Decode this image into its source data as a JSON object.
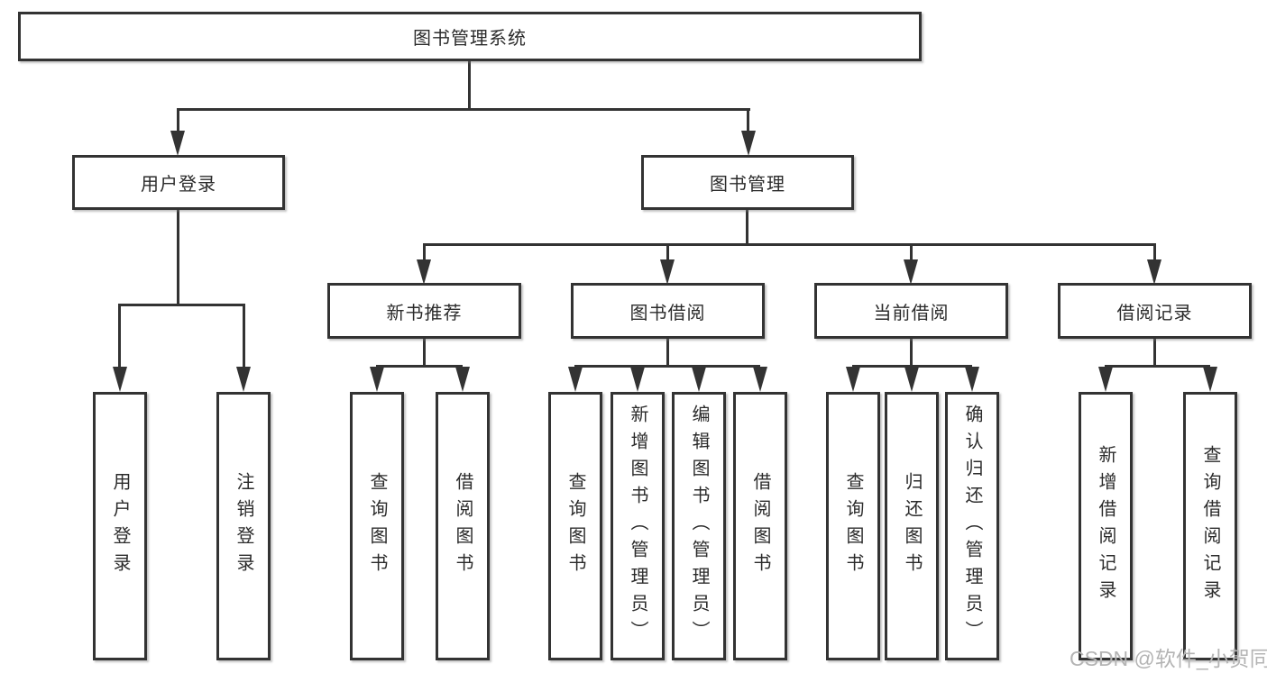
{
  "diagram": {
    "root": {
      "label": "图书管理系统"
    },
    "branches": [
      {
        "label": "用户登录",
        "children": [
          {
            "label": "用户登录"
          },
          {
            "label": "注销登录"
          }
        ]
      },
      {
        "label": "图书管理",
        "children": [
          {
            "label": "新书推荐",
            "children": [
              {
                "label": "查询图书"
              },
              {
                "label": "借阅图书"
              }
            ]
          },
          {
            "label": "图书借阅",
            "children": [
              {
                "label": "查询图书"
              },
              {
                "label": "新增图书（管理员）"
              },
              {
                "label": "编辑图书（管理员）"
              },
              {
                "label": "借阅图书"
              }
            ]
          },
          {
            "label": "当前借阅",
            "children": [
              {
                "label": "查询图书"
              },
              {
                "label": "归还图书"
              },
              {
                "label": "确认归还（管理员）"
              }
            ]
          },
          {
            "label": "借阅记录",
            "children": [
              {
                "label": "新增借阅记录"
              },
              {
                "label": "查询借阅记录"
              }
            ]
          }
        ]
      }
    ]
  },
  "watermark": {
    "text": "CSDN @软件_小贺同学"
  },
  "colors": {
    "line": "#333333",
    "box_border": "#333333",
    "box_fill": "#ffffff",
    "text": "#2b2b2b",
    "background": "#ffffff",
    "watermark": "#b4b4b4"
  }
}
